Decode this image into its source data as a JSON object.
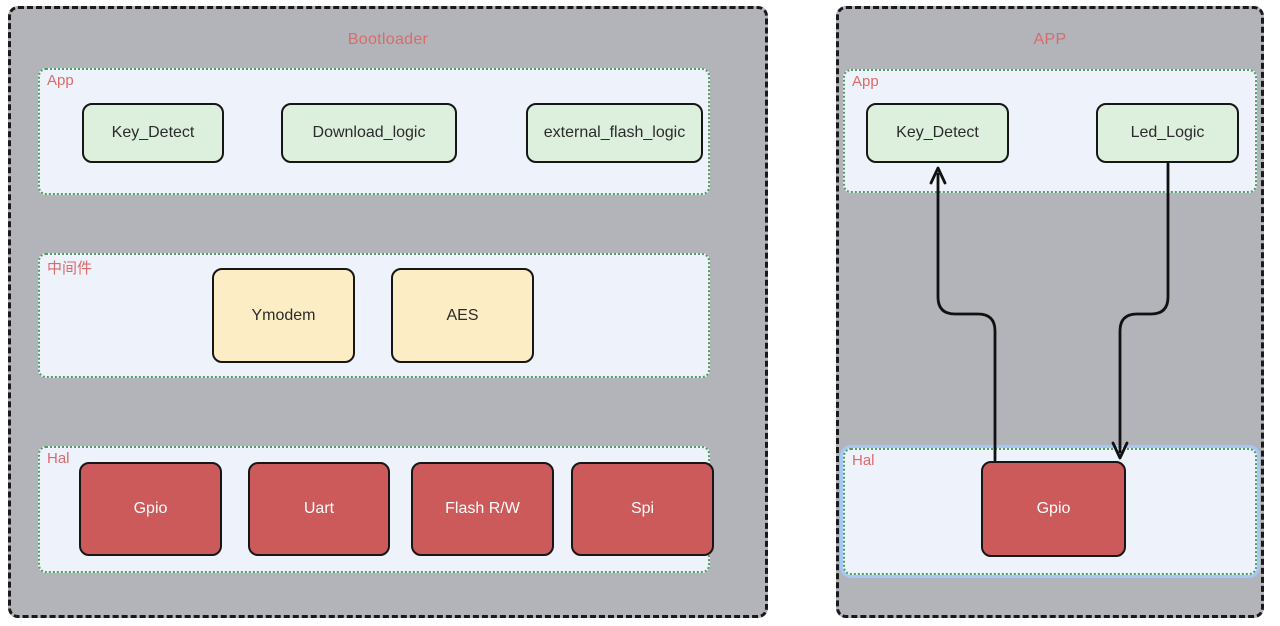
{
  "bootloader_panel": {
    "title": "Bootloader",
    "sections": {
      "app": {
        "label": "App",
        "nodes": {
          "key_detect": "Key_Detect",
          "download_logic": "Download_logic",
          "external_flash_logic": "external_flash_logic"
        }
      },
      "middleware": {
        "label": "中间件",
        "nodes": {
          "ymodem": "Ymodem",
          "aes": "AES"
        }
      },
      "hal": {
        "label": "Hal",
        "nodes": {
          "gpio": "Gpio",
          "uart": "Uart",
          "flash_rw": "Flash R/W",
          "spi": "Spi"
        }
      }
    }
  },
  "app_panel": {
    "title": "APP",
    "sections": {
      "app": {
        "label": "App",
        "nodes": {
          "key_detect": "Key_Detect",
          "led_logic": "Led_Logic"
        }
      },
      "hal": {
        "label": "Hal",
        "nodes": {
          "gpio": "Gpio"
        }
      }
    }
  },
  "edges": [
    {
      "from": "Gpio",
      "to": "Key_Detect",
      "direction": "up"
    },
    {
      "from": "Led_Logic",
      "to": "Gpio",
      "direction": "down"
    }
  ],
  "colors": {
    "panel_fill": "#b2b4b9",
    "panel_border": "#1a1a1a",
    "section_fill": "#eef2fb",
    "section_border_green": "#4f9e63",
    "selection_ring_blue": "#a6c8f7",
    "node_green": "#ddefdd",
    "node_yellow": "#fcedc5",
    "node_red": "#cd5a5a",
    "node_border": "#161616",
    "label_red": "#da6b6b",
    "edge_color": "#111111"
  }
}
